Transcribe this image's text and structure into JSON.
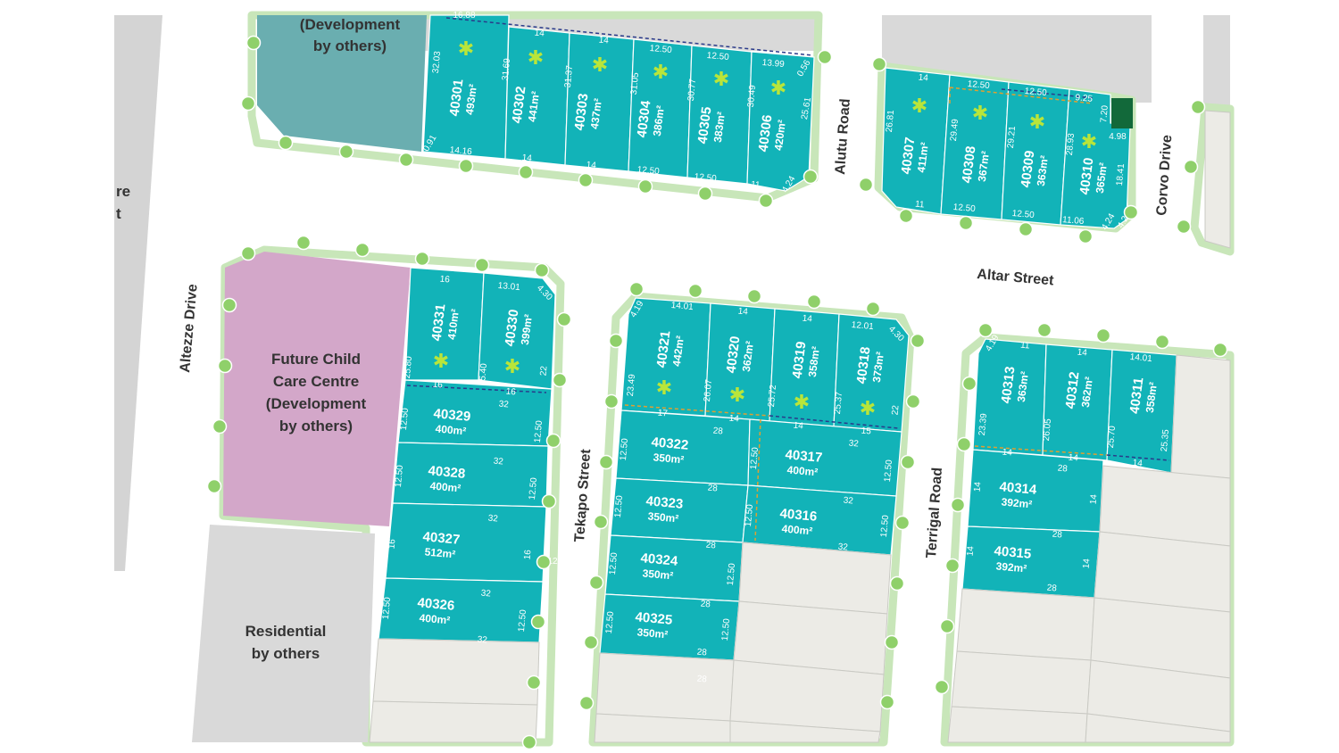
{
  "streets": {
    "altezze": "Altezze Drive",
    "tekapo": "Tekapo Street",
    "terrigal": "Terrigal Road",
    "altar": "Altar Street",
    "alutu": "Alutu Road",
    "corvo": "Corvo Drive"
  },
  "zones": {
    "dev_top": [
      "(Development",
      "by others)"
    ],
    "childcare": [
      "Future Child",
      "Care Centre",
      "(Development",
      "by others)"
    ],
    "residential": [
      "Residential",
      "by others"
    ],
    "cut_left": [
      "re",
      "t"
    ]
  },
  "lots": [
    {
      "id": "40301",
      "area": "493m²"
    },
    {
      "id": "40302",
      "area": "441m²"
    },
    {
      "id": "40303",
      "area": "437m²"
    },
    {
      "id": "40304",
      "area": "386m²"
    },
    {
      "id": "40305",
      "area": "383m²"
    },
    {
      "id": "40306",
      "area": "420m²"
    },
    {
      "id": "40307",
      "area": "411m²"
    },
    {
      "id": "40308",
      "area": "367m²"
    },
    {
      "id": "40309",
      "area": "363m²"
    },
    {
      "id": "40310",
      "area": "365m²"
    },
    {
      "id": "40331",
      "area": "410m²"
    },
    {
      "id": "40330",
      "area": "399m²"
    },
    {
      "id": "40329",
      "area": "400m²"
    },
    {
      "id": "40328",
      "area": "400m²"
    },
    {
      "id": "40327",
      "area": "512m²"
    },
    {
      "id": "40326",
      "area": "400m²"
    },
    {
      "id": "40321",
      "area": "442m²"
    },
    {
      "id": "40320",
      "area": "362m²"
    },
    {
      "id": "40319",
      "area": "358m²"
    },
    {
      "id": "40318",
      "area": "373m²"
    },
    {
      "id": "40322",
      "area": "350m²"
    },
    {
      "id": "40317",
      "area": "400m²"
    },
    {
      "id": "40323",
      "area": "350m²"
    },
    {
      "id": "40316",
      "area": "400m²"
    },
    {
      "id": "40324",
      "area": "350m²"
    },
    {
      "id": "40325",
      "area": "350m²"
    },
    {
      "id": "40313",
      "area": "363m²"
    },
    {
      "id": "40312",
      "area": "362m²"
    },
    {
      "id": "40311",
      "area": "358m²"
    },
    {
      "id": "40314",
      "area": "392m²"
    },
    {
      "id": "40315",
      "area": "392m²"
    }
  ],
  "dims": {
    "top_row": [
      "32.03",
      "31.69",
      "31.37",
      "31.05",
      "30.77",
      "30.49",
      "14",
      "14",
      "12.50",
      "12.50",
      "13.99",
      "0.56",
      "25.61",
      "0.91",
      "14.16",
      "14",
      "14",
      "12.50",
      "12.50",
      "11",
      "4.24",
      "16.88"
    ],
    "right_row": [
      "14",
      "12.50",
      "12.50",
      "9.25",
      "26.81",
      "29.49",
      "29.21",
      "28.93",
      "7.20",
      "4.98",
      "18.41",
      "4.24",
      "11",
      "12.50",
      "12.50",
      "11.06",
      "4.24"
    ],
    "childcare_block": [
      "16",
      "13.01",
      "4.30",
      "25.80",
      "25.40",
      "22",
      "16",
      "16",
      "32",
      "12.50",
      "12.50",
      "32",
      "12.50",
      "12.50",
      "32",
      "16",
      "16",
      "32",
      "12.50",
      "12.50",
      "32"
    ],
    "mid_block": [
      "4.19",
      "14.01",
      "14",
      "14",
      "12.01",
      "4.30",
      "23.49",
      "26.07",
      "25.72",
      "25.37",
      "22",
      "17",
      "14",
      "14",
      "15",
      "28",
      "32",
      "12.50",
      "12.50",
      "28",
      "12.50",
      "32",
      "28",
      "12.50",
      "12.50",
      "32",
      "28",
      "12.50",
      "12.50",
      "28",
      "28",
      "12.50",
      "12.50",
      "12.50",
      "12.50"
    ],
    "right_block": [
      "4.19",
      "11",
      "14",
      "14.01",
      "23.39",
      "26.05",
      "25.70",
      "25.35",
      "14",
      "14",
      "14",
      "28",
      "14",
      "14",
      "28",
      "14",
      "14",
      "28"
    ]
  }
}
